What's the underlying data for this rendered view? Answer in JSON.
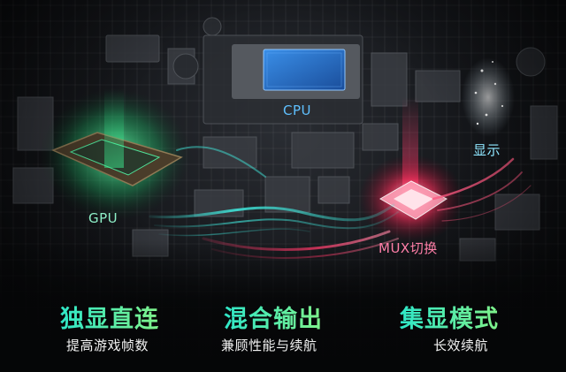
{
  "labels": {
    "cpu": "CPU",
    "gpu": "GPU",
    "mux": "MUX切换",
    "display": "显示"
  },
  "features": [
    {
      "title": "独显直连",
      "subtitle": "提高游戏帧数"
    },
    {
      "title": "混合输出",
      "subtitle": "兼顾性能与续航"
    },
    {
      "title": "集显模式",
      "subtitle": "长效续航"
    }
  ],
  "colors": {
    "cpu_glow": "#2f8dff",
    "gpu_glow": "#39f28a",
    "mux_glow": "#ff2d5a",
    "flow_cyan": "#3fe3d8",
    "flow_red": "#ff3b6b",
    "feature_gradient_start": "#2fe7c8",
    "feature_gradient_end": "#7ff28a"
  }
}
